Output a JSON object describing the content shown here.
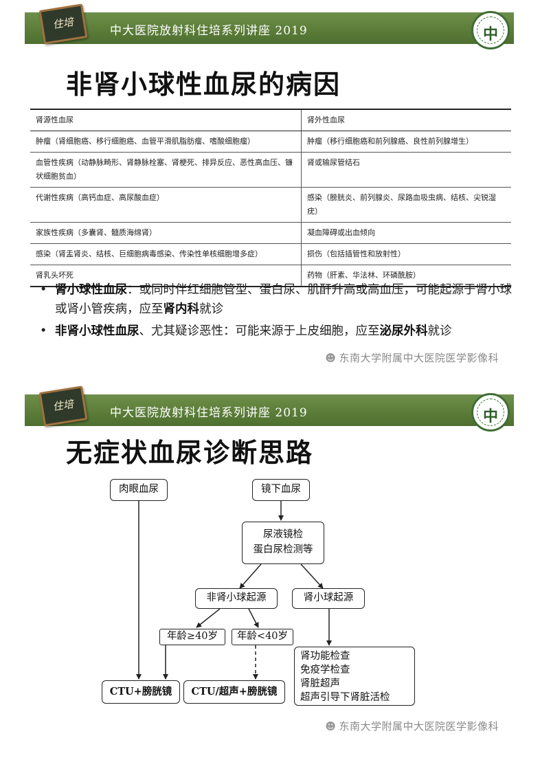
{
  "banner": {
    "badge": "住培",
    "title": "中大医院放射科住培系列讲座 2019",
    "emblem": "中"
  },
  "slide1": {
    "title": "非肾小球性血尿的病因",
    "table": {
      "headers": [
        "肾源性血尿",
        "肾外性血尿"
      ],
      "rows": [
        [
          "肿瘤（肾细胞癌、移行细胞癌、血管平滑肌脂肪瘤、嗜酸细胞瘤）",
          "肿瘤（移行细胞癌和前列腺癌、良性前列腺增生）"
        ],
        [
          "血管性疾病（动静脉畸形、肾静脉栓塞、肾梗死、排异反应、恶性高血压、镰状细胞贫血）",
          "肾或输尿管结石"
        ],
        [
          "代谢性疾病（高钙血症、高尿酸血症）",
          "感染（膀胱炎、前列腺炎、尿路血吸虫病、结核、尖锐湿疣）"
        ],
        [
          "家族性疾病（多囊肾、髓质海绵肾）",
          "凝血障碍或出血倾向"
        ],
        [
          "感染（肾盂肾炎、结核、巨细胞病毒感染、传染性单核细胞增多症）",
          "损伤（包括插管性和放射性）"
        ],
        [
          "肾乳头坏死",
          "药物（肝素、华法林、环磷酰胺）"
        ]
      ]
    },
    "bullets": [
      {
        "b1": "肾小球性血尿",
        "t1": "：或同时伴红细胞管型、蛋白尿、肌酐升高或高血压，可能起源于肾小球或肾小管疾病，应至",
        "b2": "肾内科",
        "t2": "就诊"
      },
      {
        "b1": "非肾小球性血尿",
        "t1": "、尤其疑诊恶性：可能来源于上皮细胞，应至",
        "b2": "泌尿外科",
        "t2": "就诊"
      }
    ],
    "watermark": "东南大学附属中大医院医学影像科"
  },
  "slide2": {
    "title": "无症状血尿诊断思路",
    "nodes": {
      "gross": "肉眼血尿",
      "micro": "镜下血尿",
      "urinalysis_1": "尿液镜检",
      "urinalysis_2": "蛋白尿检测等",
      "nonglom": "非肾小球起源",
      "glom": "肾小球起源",
      "age_ge40": "年龄≥40岁",
      "age_lt40": "年龄<40岁",
      "ctu_cysto": "CTU+膀胱镜",
      "ctu_us_cysto": "CTU/超声+膀胱镜",
      "renal_1": "肾功能检查",
      "renal_2": "免疫学检查",
      "renal_3": "肾脏超声",
      "renal_4": "超声引导下肾脏活检"
    },
    "watermark": "东南大学附属中大医院医学影像科"
  },
  "colors": {
    "banner_green": "#5a7c38",
    "emblem_green": "#3f6d35",
    "watermark_gray": "#8a8a8a"
  }
}
